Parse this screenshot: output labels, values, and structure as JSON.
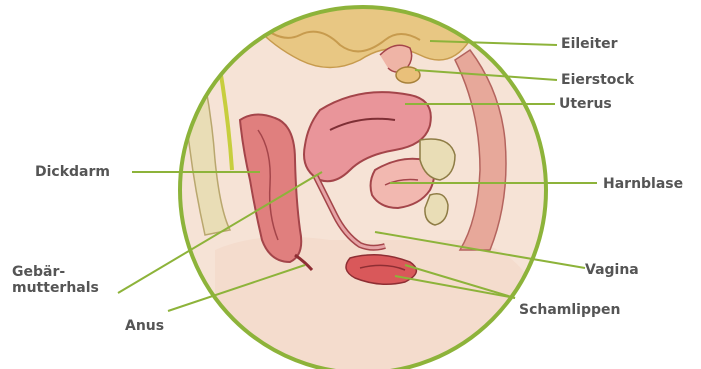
{
  "colors": {
    "ring": "#8DB33A",
    "leader": "#8DB33A",
    "label": "#555555",
    "skin": "#F2D6C4",
    "tissue": "#E9A58F",
    "organ_dark": "#C9555A",
    "organ_mid": "#E07F7E",
    "fat": "#E8C783",
    "bone": "#E9DDB6",
    "background": "#FFFFFF"
  },
  "labels": {
    "eileiter": "Eileiter",
    "eierstock": "Eierstock",
    "uterus": "Uterus",
    "harnblase": "Harnblase",
    "vagina": "Vagina",
    "schamlippen": "Schamlippen",
    "dickdarm": "Dickdarm",
    "gebaermutterhals": "Gebär-\nmutterhals",
    "anus": "Anus"
  }
}
